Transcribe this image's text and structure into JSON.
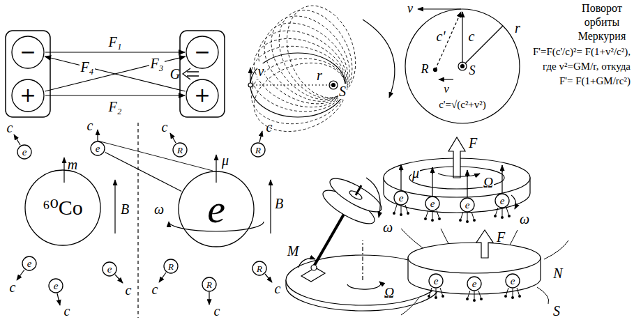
{
  "diagram": {
    "nodes": [
      {
        "text": [
          "−"
        ]
      },
      {
        "text": [
          "+"
        ]
      },
      {
        "text": [
          "−"
        ]
      },
      {
        "text": [
          "+"
        ]
      },
      {
        "text": [
          "e"
        ]
      },
      {
        "text": [
          "e"
        ]
      },
      {
        "text": [
          "⁶⁰Co"
        ]
      },
      {
        "text": [
          "e"
        ]
      },
      {
        "text": [
          "e"
        ]
      },
      {
        "text": [
          "e"
        ]
      },
      {
        "text": [
          "R"
        ]
      },
      {
        "text": [
          "e"
        ]
      },
      {
        "text": [
          "R"
        ]
      },
      {
        "text": [
          "R"
        ]
      },
      {
        "text": [
          "R"
        ]
      },
      {
        "text": [
          "R"
        ]
      },
      {
        "text": [
          "e"
        ]
      },
      {
        "text": [
          "e"
        ]
      },
      {
        "text": [
          "e"
        ]
      },
      {
        "text": [
          "e"
        ]
      },
      {
        "text": [
          "e"
        ]
      },
      {
        "text": [
          "e"
        ]
      },
      {
        "text": [
          "e"
        ]
      }
    ],
    "edges": [
      {
        "from": 0,
        "to": 2,
        "arrow": "to",
        "label": "F₁"
      },
      {
        "from": 1,
        "to": 3,
        "arrow": "to",
        "label": "F₂"
      },
      {
        "from": 1,
        "to": 2,
        "arrow": "to",
        "label": "F₃"
      },
      {
        "from": 3,
        "to": 0,
        "arrow": "to",
        "label": "F₄"
      },
      {
        "from": 5,
        "to": 11,
        "arrow": "none"
      }
    ],
    "labels": [
      "G",
      "v",
      "r",
      "S",
      "v",
      "c'",
      "c",
      "R",
      "v",
      "S",
      "r",
      "c'=√(c²+v²)",
      "Поворот орбиты Меркурия",
      "F'=F(c'/c)²= F(1+v²/c²), где v²=GM/r, откуда F'= F(1+GM/rc²)",
      "c",
      "c",
      "m",
      "B",
      "c",
      "c",
      "c",
      "c",
      "μ",
      "ω",
      "B",
      "c",
      "c",
      "c",
      "c",
      "M",
      "ω",
      "Ω",
      "μ",
      "F",
      "Ω",
      "ω",
      "F",
      "N",
      "S"
    ]
  }
}
